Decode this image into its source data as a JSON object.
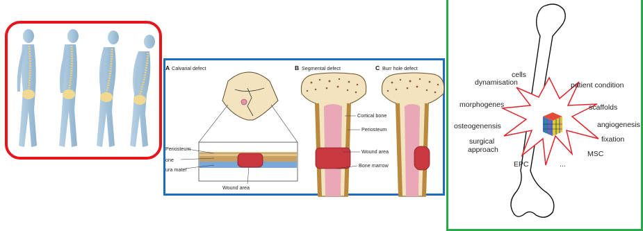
{
  "defects": {
    "panel_a_letter": "A",
    "panel_a_title": "Calvarial defect",
    "panel_b_letter": "B",
    "panel_b_title": "Segmental defect",
    "panel_c_letter": "C",
    "panel_c_title": "Burr hole defect",
    "labels": {
      "periosteum_a": "Periosteum",
      "bone_a": "one",
      "dura_mater": "ura mater",
      "wound_area_a": "Wound area",
      "cortical_bone": "Cortical bone",
      "periosteum_b": "Periosteum",
      "wound_area_b": "Wound area",
      "bone_marrow": "Bone marrow"
    }
  },
  "bone_factors": {
    "cells": "cells",
    "dynamisation": "dynamisation",
    "patient_condition": "patient condition",
    "morphogenes": "morphogenes",
    "scaffolds": "scaffolds",
    "osteogenensis": "osteogenensis",
    "angiogenesis": "angiogenesis",
    "surgical": "surgical",
    "approach": "approach",
    "fixation": "fixation",
    "epc": "EPC",
    "msc": "MSC",
    "ellipsis": "..."
  },
  "colors": {
    "aging_border": "#e8141c",
    "defects_border": "#1d6cc0",
    "bone_border": "#2aa84a",
    "wound": "#c8383f",
    "marrow": "#e8a8b8",
    "star_outline": "#e0232a"
  }
}
